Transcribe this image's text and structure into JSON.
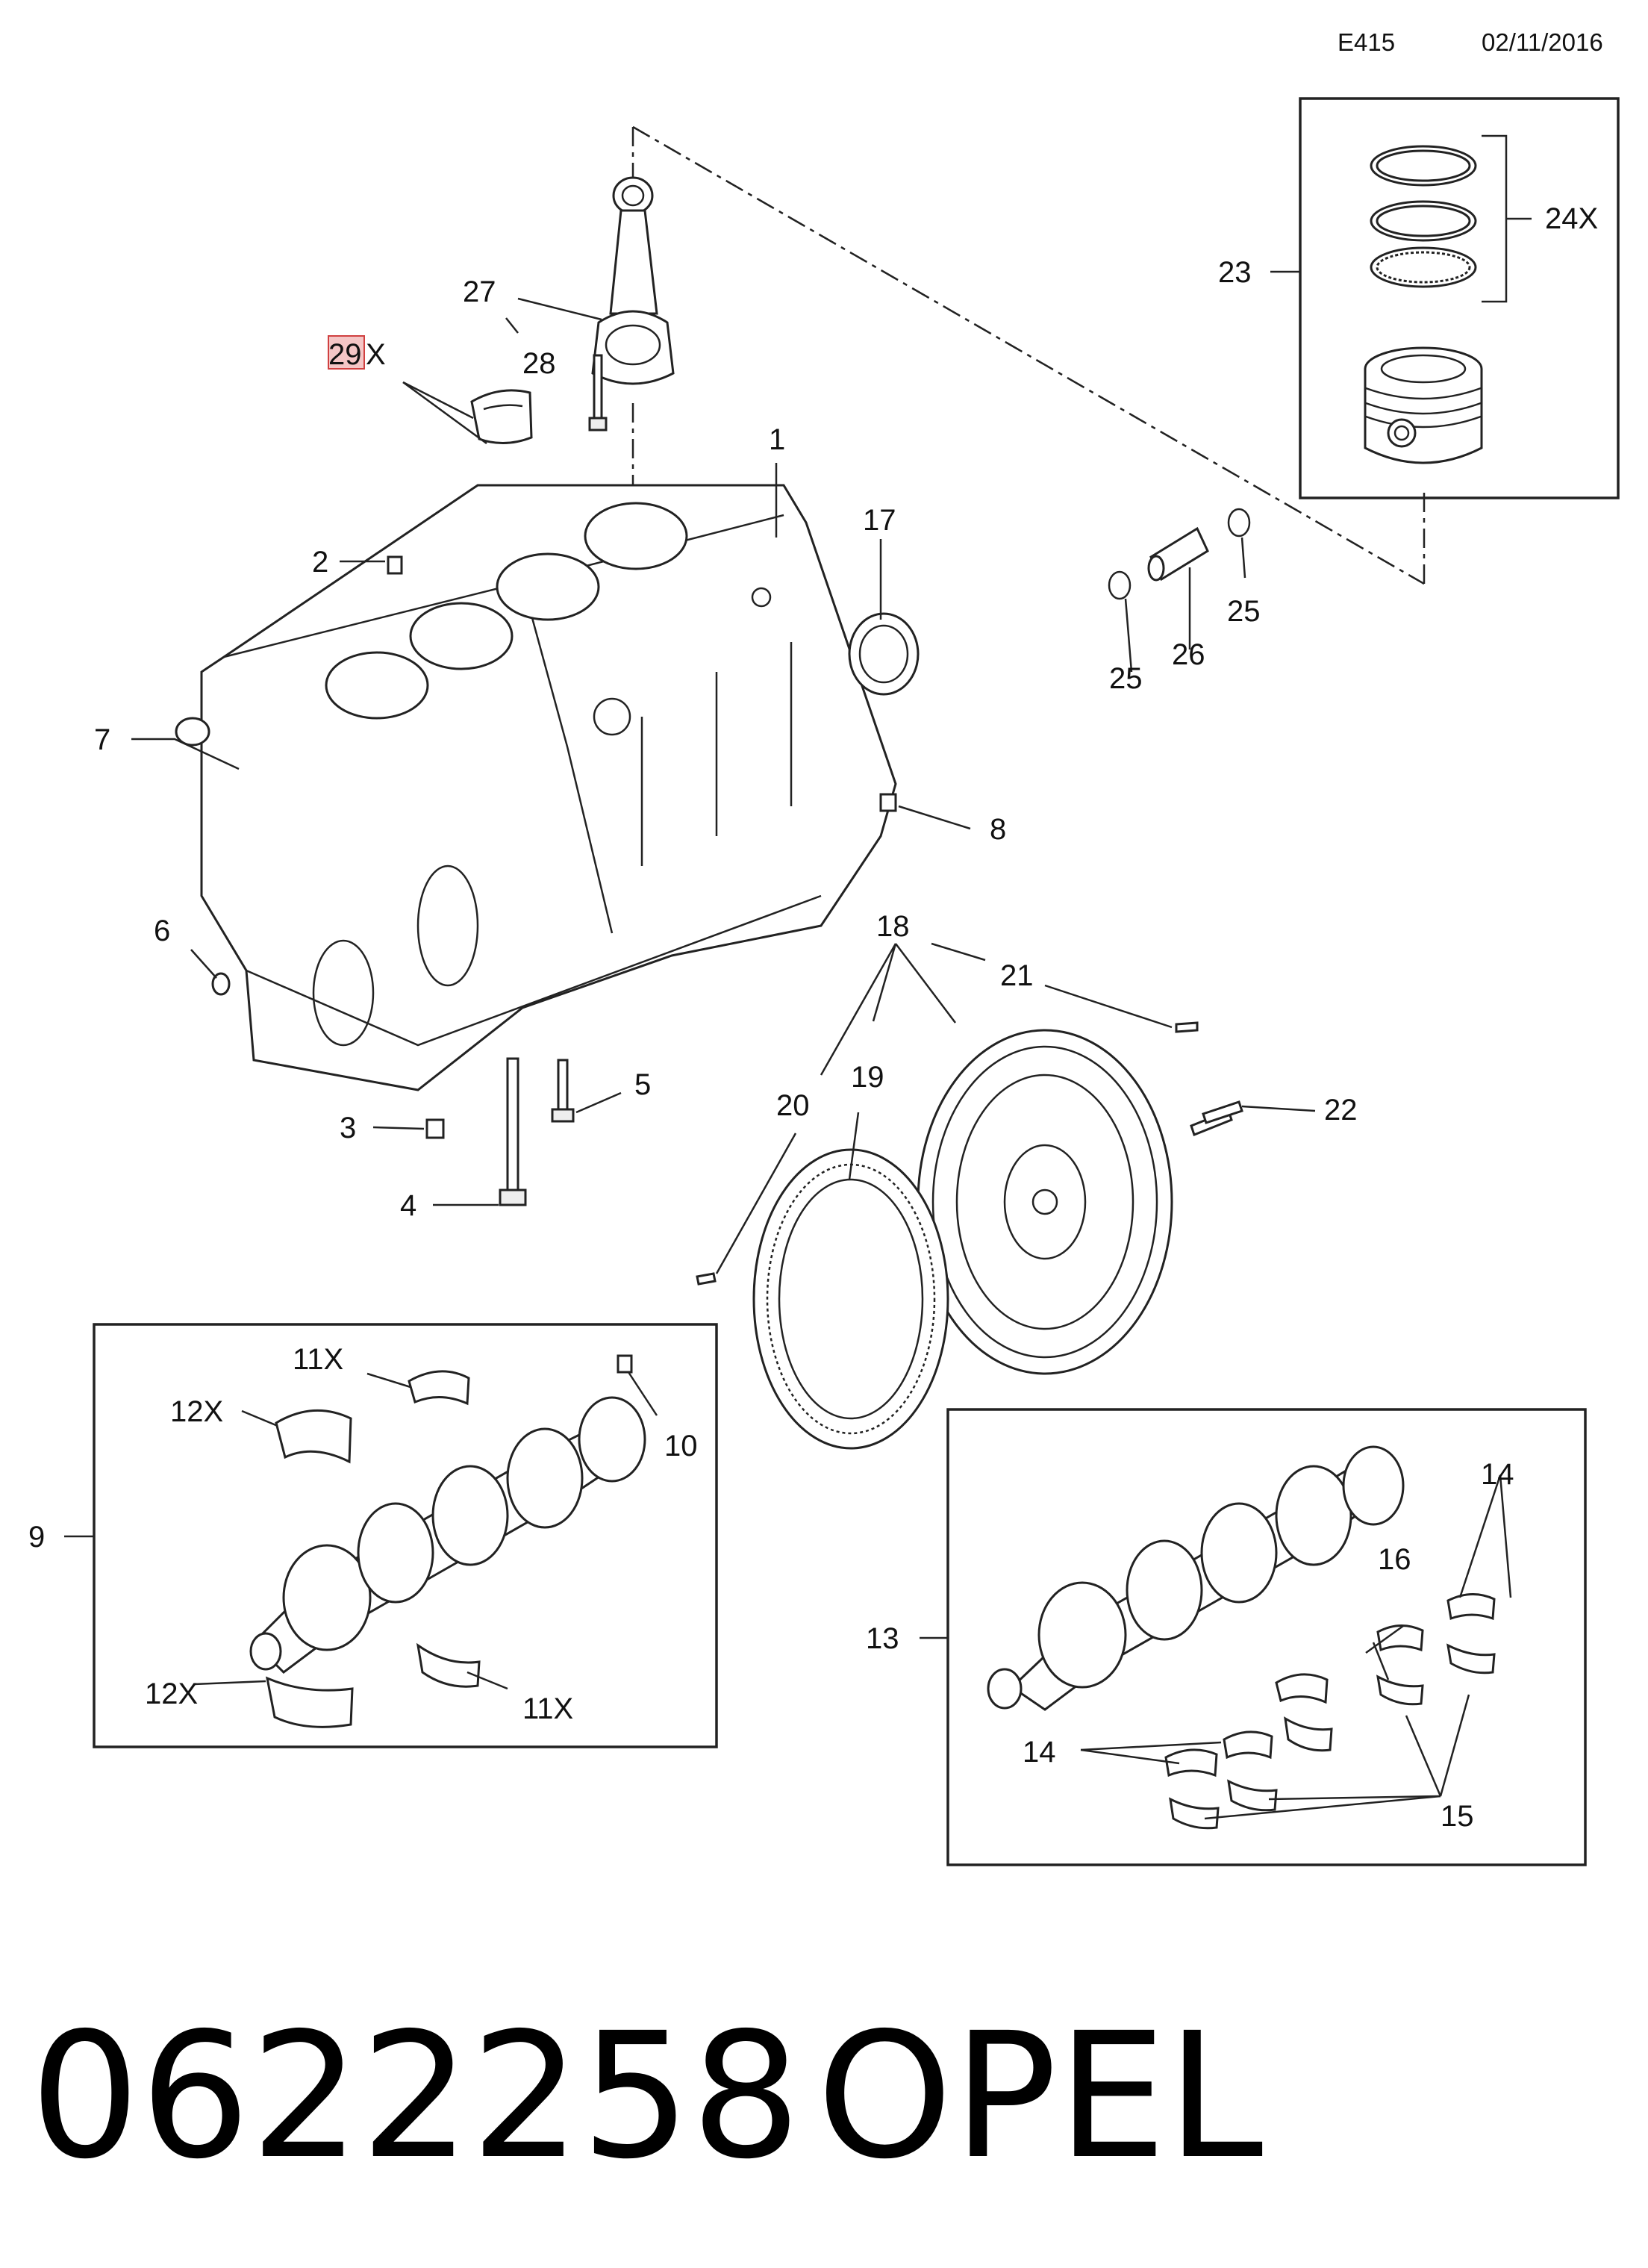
{
  "header": {
    "code": "E415",
    "date": "02/11/2016"
  },
  "callouts": {
    "c1": "1",
    "c2": "2",
    "c3": "3",
    "c4": "4",
    "c5": "5",
    "c6": "6",
    "c7": "7",
    "c8": "8",
    "c9": "9",
    "c10": "10",
    "c11a": "11X",
    "c11b": "11X",
    "c12a": "12X",
    "c12b": "12X",
    "c13": "13",
    "c14a": "14",
    "c14b": "14",
    "c15": "15",
    "c16": "16",
    "c17": "17",
    "c18": "18",
    "c19": "19",
    "c20": "20",
    "c21": "21",
    "c22": "22",
    "c23": "23",
    "c24": "24X",
    "c25a": "25",
    "c25b": "25",
    "c26": "26",
    "c27": "27",
    "c28": "28",
    "c29num": "29",
    "c29x": "X"
  },
  "footer": {
    "part_number": "0622258",
    "brand": "OPEL"
  },
  "colors": {
    "highlight_fill": "#f4c6c6",
    "highlight_stroke": "#d04040",
    "line": "#222222"
  }
}
